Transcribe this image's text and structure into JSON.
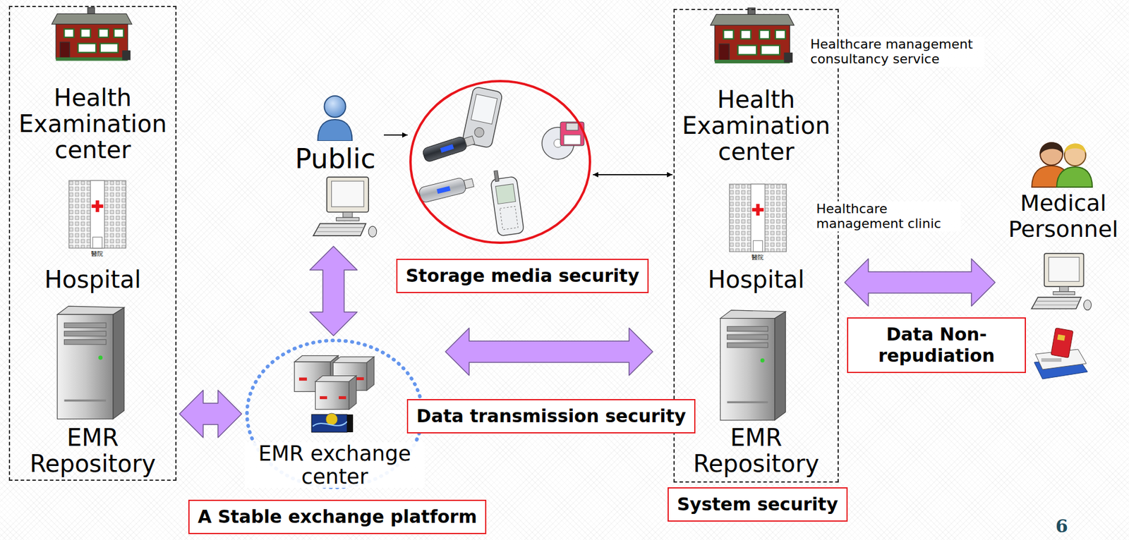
{
  "diagram": {
    "nodes": [
      {
        "text": []
      },
      {
        "text": [
          "Health Examination center"
        ],
        "in": 0
      },
      {
        "text": [
          "Hospital"
        ],
        "in": 0
      },
      {
        "text": [
          "EMR Repository"
        ],
        "in": 0
      },
      {
        "text": [
          "Public"
        ]
      },
      {
        "text": []
      },
      {
        "text": [
          "EMR exchange center"
        ]
      },
      {
        "text": []
      },
      {
        "text": [
          "Health Examination center"
        ],
        "in": 7
      },
      {
        "text": [
          "Hospital"
        ],
        "in": 7
      },
      {
        "text": [
          "EMR Repository"
        ],
        "in": 7
      },
      {
        "text": [
          "Medical Personnel"
        ]
      },
      {
        "text": [
          "Storage media security"
        ]
      },
      {
        "text": [
          "Data transmission security"
        ]
      },
      {
        "text": [
          "Data Non-repudiation"
        ]
      },
      {
        "text": [
          "A Stable exchange platform"
        ]
      },
      {
        "text": [
          "System security"
        ]
      }
    ],
    "edges": [
      {
        "from": 4,
        "to": 5,
        "arrow": "to"
      },
      {
        "from": 5,
        "to": 7,
        "arrow": "both"
      },
      {
        "from": 4,
        "to": 6,
        "arrow": "both"
      },
      {
        "from": 0,
        "to": 6,
        "arrow": "both"
      },
      {
        "from": 6,
        "to": 7,
        "arrow": "both"
      },
      {
        "from": 7,
        "to": 11,
        "arrow": "both"
      }
    ],
    "labels": [
      "Healthcare management consultancy service",
      "Healthcare management clinic",
      "醫院",
      "醫院",
      "6"
    ]
  }
}
